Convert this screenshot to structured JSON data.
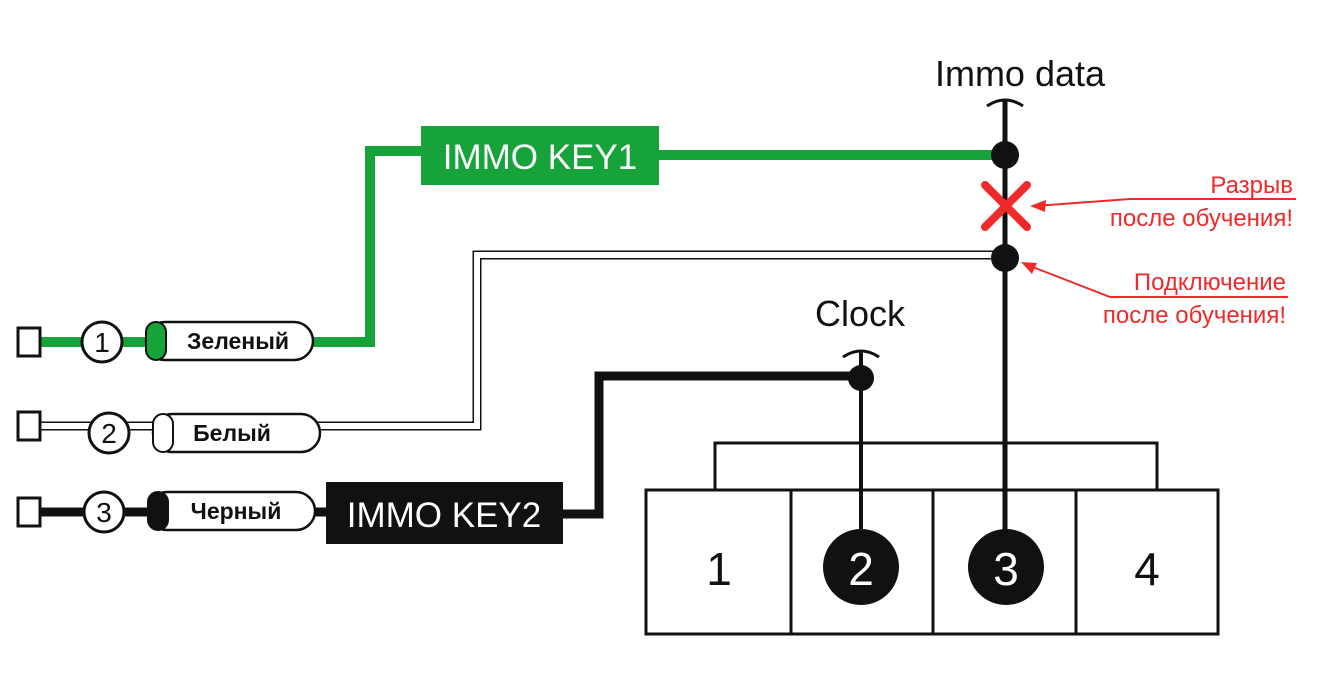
{
  "colors": {
    "green": "#16a33a",
    "black": "#111111",
    "red": "#ee2a2a",
    "white": "#ffffff"
  },
  "signals": {
    "immo_data": "Immo data",
    "clock": "Clock"
  },
  "modules": {
    "key1": "IMMO KEY1",
    "key2": "IMMO KEY2"
  },
  "wires": [
    {
      "number": "1",
      "label": "Зеленый",
      "color": "green"
    },
    {
      "number": "2",
      "label": "Белый",
      "color": "white"
    },
    {
      "number": "3",
      "label": "Черный",
      "color": "black"
    }
  ],
  "notes": {
    "break_line1": "Разрыв",
    "break_line2": "после обучения!",
    "connect_line1": "Подключение",
    "connect_line2": "после обучения!"
  },
  "connector": {
    "pins": [
      "1",
      "2",
      "3",
      "4"
    ]
  }
}
